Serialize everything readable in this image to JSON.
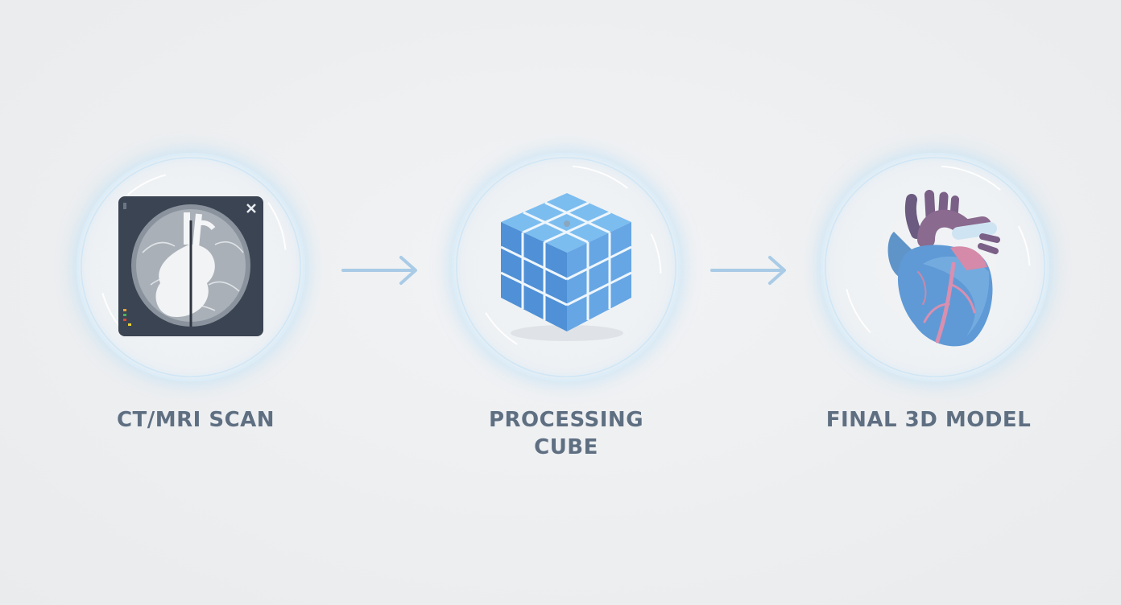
{
  "steps": [
    {
      "label_lines": [
        "CT/MRI SCAN"
      ],
      "icon": "ct-scan-icon"
    },
    {
      "label_lines": [
        "PROCESSING",
        "CUBE"
      ],
      "icon": "processing-cube-icon"
    },
    {
      "label_lines": [
        "FINAL 3D MODEL"
      ],
      "icon": "heart-model-icon"
    }
  ],
  "colors": {
    "label": "#5f6f82",
    "arrow": "#a9cbe6",
    "ring": "#dcedf8",
    "cube": "#5c9fde",
    "scan_bg": "#3b4452"
  }
}
